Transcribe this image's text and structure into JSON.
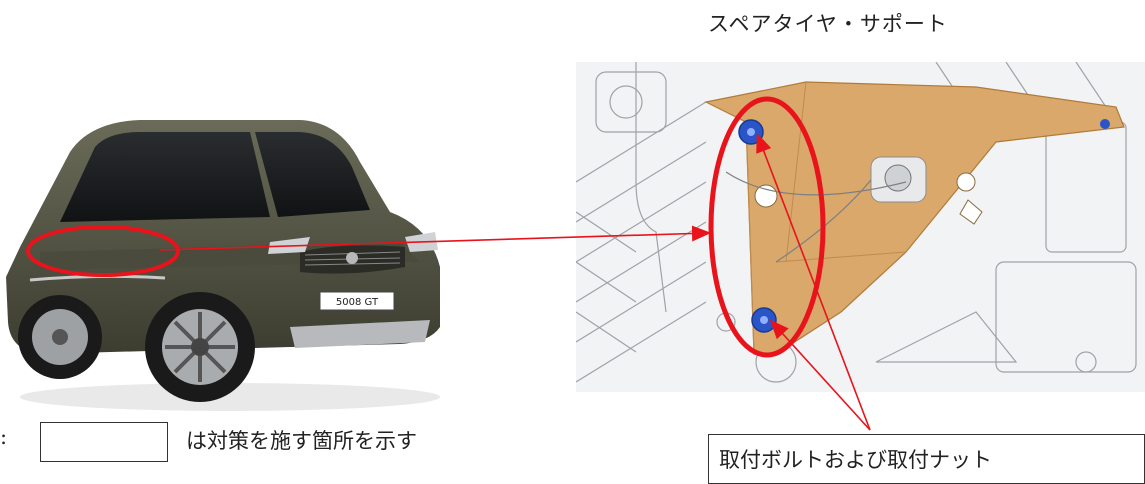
{
  "part": {
    "title": "スペアタイヤ・サポート"
  },
  "car": {
    "plate_text": "5008 GT"
  },
  "legend": {
    "colon": ":",
    "text": "は対策を施す箇所を示す"
  },
  "callout": {
    "text": "取付ボルトおよび取付ナット"
  },
  "colors": {
    "highlight": "#e8131b",
    "arrow": "#e8131b",
    "bracket": "#d9a86a",
    "bolt": "#2a55c8",
    "car_body": "#5a5b4a"
  },
  "icons": {
    "bolt_marker": "blue-bolt-icon",
    "arrow": "arrow-icon"
  }
}
